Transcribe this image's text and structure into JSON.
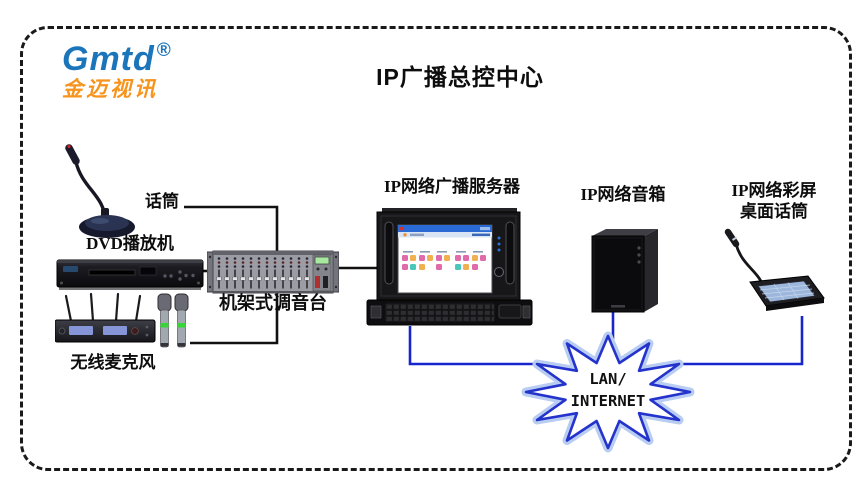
{
  "logo": {
    "brand": "Gmtd",
    "registered": "®",
    "subtitle": "金迈视讯"
  },
  "title": "IP广播总控中心",
  "devices": {
    "gooseneck_mic": {
      "label": "话筒"
    },
    "dvd_player": {
      "label": "DVD播放机"
    },
    "wireless_mic": {
      "label": "无线麦克风"
    },
    "rack_mixer": {
      "label": "机架式调音台"
    },
    "broadcast_server": {
      "label": "IP网络广播服务器"
    },
    "network_speaker": {
      "label": "IP网络音箱"
    },
    "color_screen_mic": {
      "label_line1": "IP网络彩屏",
      "label_line2": "桌面话筒"
    }
  },
  "network_cloud": {
    "line1": "LAN/",
    "line2": "INTERNET"
  },
  "colors": {
    "logo_blue": "#1B75BB",
    "logo_orange": "#F7941D",
    "wire_black": "#111111",
    "wire_blue": "#1626CC",
    "cloud_stroke": "#2433CC",
    "cloud_glow": "#B9CDF2",
    "border": "#1A1A1A"
  }
}
